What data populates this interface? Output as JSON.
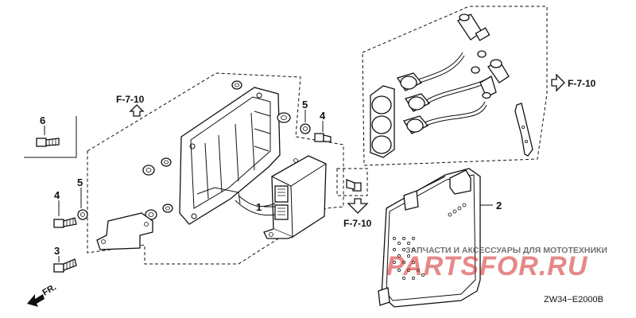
{
  "parts": [
    {
      "num": "1"
    },
    {
      "num": "2"
    },
    {
      "num": "3"
    },
    {
      "num": "4"
    },
    {
      "num": "4"
    },
    {
      "num": "5"
    },
    {
      "num": "5"
    },
    {
      "num": "6"
    }
  ],
  "refs": {
    "f_7_10": "F-7-10"
  },
  "front_label": "FR.",
  "diagram_code": "ZW34−E2000B",
  "watermark": {
    "top": "ЗАПЧАСТИ И АКСЕССУАРЫ ДЛЯ МОТОТЕХНИКИ",
    "brand": "PARTSFOR.RU"
  }
}
